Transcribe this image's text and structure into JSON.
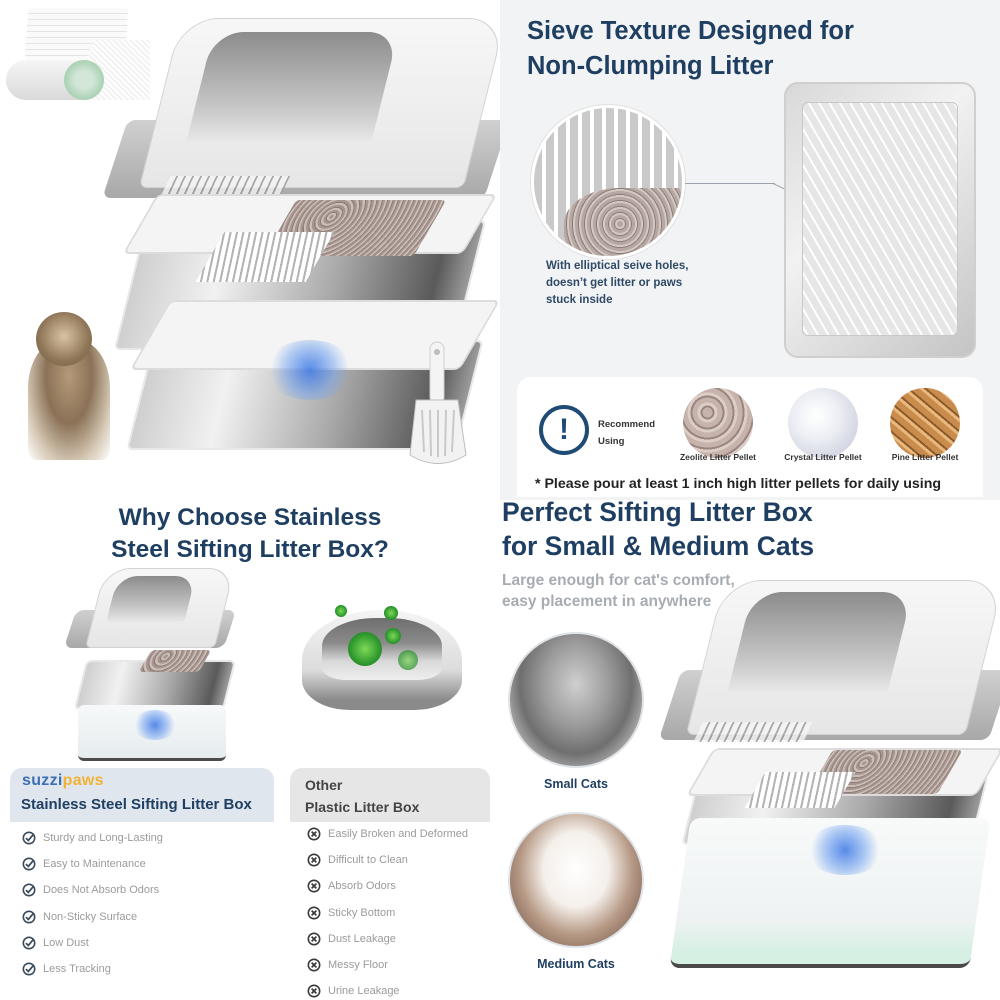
{
  "panel_top_left": {
    "accessories": [
      "liners-stack",
      "waste-bag-roll"
    ],
    "product": [
      "hood-cover",
      "sifting-pan",
      "base-pan",
      "scoop"
    ],
    "cat": "maine-coon-kitten"
  },
  "panel_top_right": {
    "title_line1": "Sieve Texture Designed for",
    "title_line2": "Non-Clumping Litter",
    "zoom_caption": "With elliptical seive holes, doesn’t get litter or paws stuck inside",
    "recommend_line1": "Recommend",
    "recommend_line2": "Using",
    "recommend_icon": "exclamation-circle-icon",
    "pellets": [
      {
        "label": "Zeolite Litter Pellet"
      },
      {
        "label": "Crystal Litter Pellet"
      },
      {
        "label": "Pine Litter Pellet"
      }
    ],
    "note": "* Please pour at least 1 inch high litter pellets for daily using"
  },
  "panel_bottom_left": {
    "title_line1": "Why Choose Stainless",
    "title_line2": "Steel Sifting Litter Box?",
    "ours": {
      "brand_part1": "suzzi",
      "brand_part2": "paws",
      "title": "Stainless Steel Sifting Litter Box",
      "icon": "check-circle-icon",
      "features": [
        "Sturdy and Long-Lasting",
        "Easy to Maintenance",
        "Does Not Absorb Odors",
        "Non-Sticky Surface",
        "Low Dust",
        "Less Tracking"
      ]
    },
    "other": {
      "title_line1": "Other",
      "title_line2": "Plastic Litter Box",
      "icon": "x-circle-icon",
      "features": [
        "Easily Broken and Deformed",
        "Difficult to Clean",
        "Absorb Odors",
        "Sticky Bottom",
        "Dust Leakage",
        "Messy Floor",
        "Urine Leakage"
      ]
    }
  },
  "panel_bottom_right": {
    "title_line1": "Perfect Sifting Litter Box",
    "title_line2": "for Small & Medium Cats",
    "subtitle_line1": "Large enough for cat's comfort,",
    "subtitle_line2": "easy placement in anywhere",
    "cats": [
      {
        "label": "Small Cats"
      },
      {
        "label": "Medium Cats"
      }
    ]
  },
  "colors": {
    "heading_navy": "#1f3f62",
    "brand_blue": "#3d6fb5",
    "brand_yellow": "#f2b233",
    "muted_gray": "#9b9b9b",
    "panel_bg": "#f2f3f5"
  }
}
